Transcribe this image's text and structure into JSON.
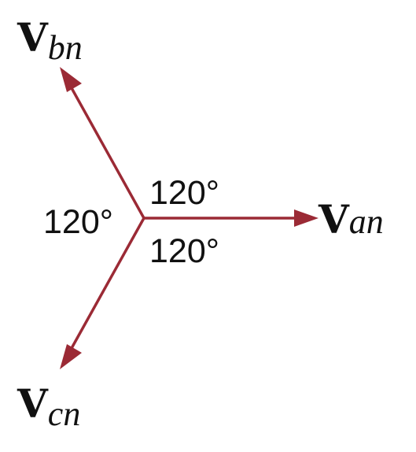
{
  "phasors": {
    "an": {
      "symbol": "V",
      "subscript": "an",
      "angle_deg": 0
    },
    "bn": {
      "symbol": "V",
      "subscript": "bn",
      "angle_deg": 120
    },
    "cn": {
      "symbol": "V",
      "subscript": "cn",
      "angle_deg": 240
    }
  },
  "angles": {
    "top": "120°",
    "bottom": "120°",
    "left": "120°"
  },
  "colors": {
    "arrow": "#9b2a35",
    "text": "#111111",
    "background": "#ffffff"
  }
}
